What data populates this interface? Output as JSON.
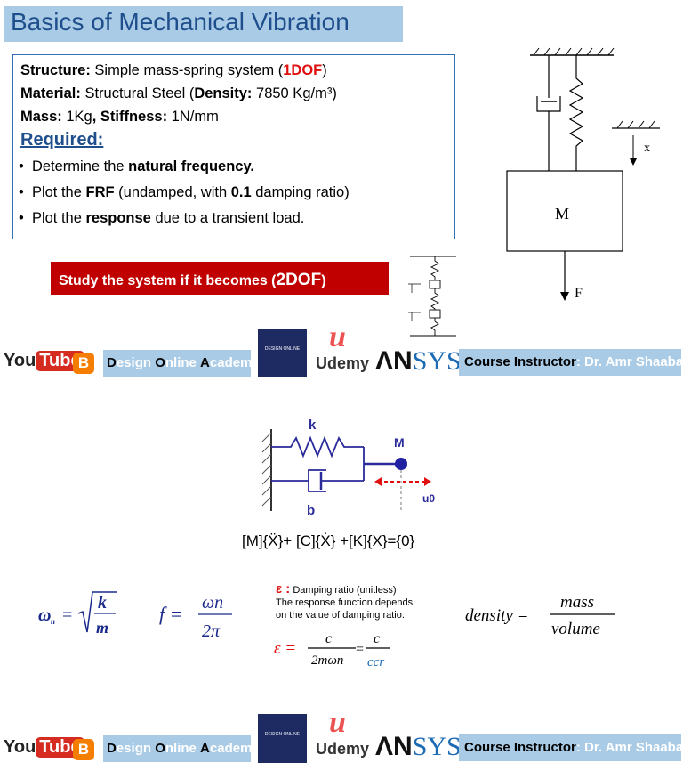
{
  "title": "Basics of Mechanical Vibration",
  "problem": {
    "structure_label": "Structure:",
    "structure_value": " Simple mass-spring system (",
    "structure_dof": "1DOF",
    "structure_close": ")",
    "material_label": "Material:",
    "material_value": " Structural Steel (",
    "density_label": "Density:",
    "density_value": " 7850 Kg/m³)",
    "mass_label": "Mass:",
    "mass_value": " 1Kg",
    "stiffness_label": ", Stiffness:",
    "stiffness_value": " 1N/mm",
    "required_label": "Required:",
    "bullets": [
      {
        "a": "Determine the ",
        "b": "natural frequency.",
        "c": ""
      },
      {
        "a": "Plot the ",
        "b": "FRF",
        "c": " (undamped, with ",
        "d": "0.1",
        "e": " damping ratio)"
      },
      {
        "a": "Plot the ",
        "b": "response",
        "c": " due to a transient load."
      }
    ]
  },
  "study": {
    "text": "Study the system if it becomes (",
    "dof": "2DOF",
    "close": ")"
  },
  "diagram_top": {
    "mass_label": "M",
    "disp_label": "x",
    "force_label": "F"
  },
  "diagram_mid": {
    "k_label": "k",
    "m_label": "M",
    "b_label": "b",
    "u_label": "u0"
  },
  "equation_of_motion": "[M]{Ẍ}+ [C]{Ẋ} +[K]{X}={0}",
  "formulas": {
    "omega_lhs": "ω",
    "omega_sub": "n",
    "omega_k": "k",
    "omega_m": "m",
    "f_lhs": "f =",
    "f_num": "ωn",
    "f_den": "2π",
    "eps_symbol": "ε :",
    "eps_desc": "Damping ratio (unitless)",
    "eps_line2": "The response function depends",
    "eps_line3": "on the value of damping ratio.",
    "eps_eq_lhs": "ε =",
    "eps_num1": "c",
    "eps_den1": "2mωn",
    "eps_eq2": "=",
    "eps_num2": "c",
    "eps_den2": "ccr",
    "density_lhs": "density =",
    "density_num": "mass",
    "density_den": "volume"
  },
  "footer": {
    "youtube_you": "You",
    "youtube_tube": "Tube",
    "blogger_icon": "blogger-icon",
    "academy_d": "D",
    "academy_esign": "esign ",
    "academy_o": "O",
    "academy_nline": "nline ",
    "academy_a": "A",
    "academy_cademy": "cademy",
    "book_label": "DESIGN ONLINE",
    "udemy_u": "u",
    "udemy": "Udemy",
    "ansys_an": "ΛN",
    "ansys_sys": "SYS",
    "instructor_label": "Course Instructor",
    "instructor_name": ": Dr. Amr Shaaban"
  },
  "colors": {
    "title_bg": "#a9cbe6",
    "title_text": "#1f4e8c",
    "accent_red": "#c00000",
    "box_border": "#2e6fb7"
  }
}
